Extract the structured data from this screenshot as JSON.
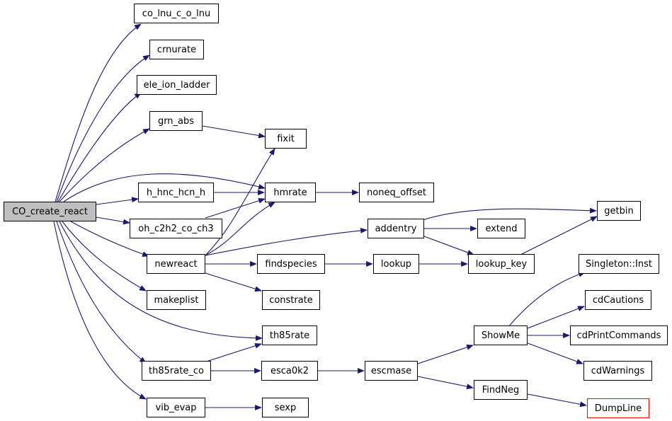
{
  "colors": {
    "edge": "#191970",
    "root_fill": "#bfbfbf",
    "node_border": "#000000",
    "warn_border": "#ff0000"
  },
  "nodes": {
    "co_create_react": "CO_create_react",
    "co_lnu_c_o_lnu": "co_lnu_c_o_lnu",
    "crnurate": "crnurate",
    "ele_ion_ladder": "ele_ion_ladder",
    "grn_abs": "grn_abs",
    "fixit": "fixit",
    "h_hnc_hcn_h": "h_hnc_hcn_h",
    "hmrate": "hmrate",
    "noneq_offset": "noneq_offset",
    "oh_c2h2_co_ch3": "oh_c2h2_co_ch3",
    "getbin": "getbin",
    "addentry": "addentry",
    "extend": "extend",
    "newreact": "newreact",
    "findspecies": "findspecies",
    "lookup": "lookup",
    "lookup_key": "lookup_key",
    "constrate": "constrate",
    "makeplist": "makeplist",
    "singleton_inst": "Singleton::Inst",
    "cdcautions": "cdCautions",
    "showme": "ShowMe",
    "cdprintcommands": "cdPrintCommands",
    "th85rate": "th85rate",
    "cdwarnings": "cdWarnings",
    "th85rate_co": "th85rate_co",
    "esca0k2": "esca0k2",
    "escmase": "escmase",
    "findneg": "FindNeg",
    "vib_evap": "vib_evap",
    "sexp": "sexp",
    "dumpline": "DumpLine"
  }
}
